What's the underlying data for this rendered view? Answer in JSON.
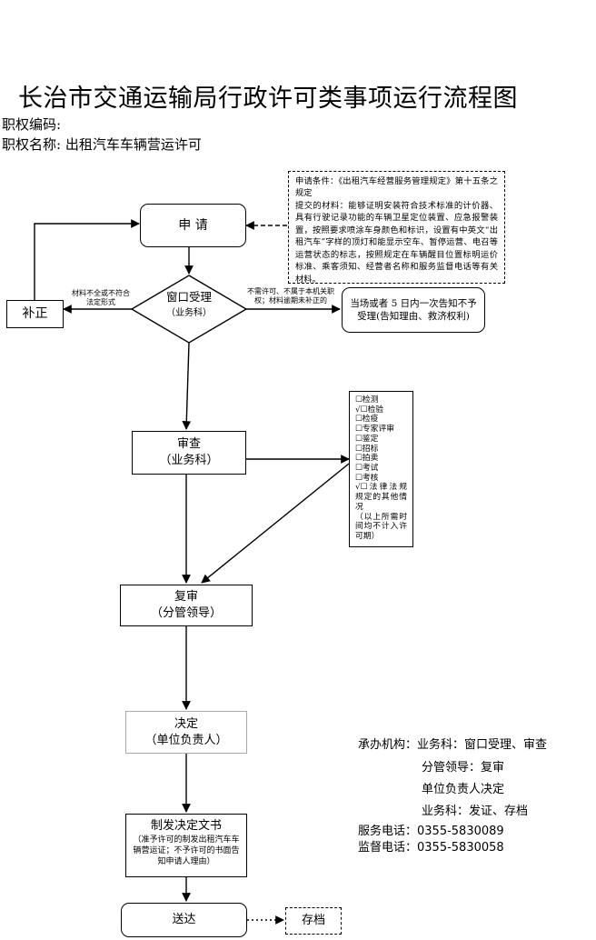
{
  "title": "长治市交通运输局行政许可类事项运行流程图",
  "code_label": "职权编码:",
  "name_label": "职权名称: 出租汽车车辆营运许可",
  "nodes": {
    "apply": "申 请",
    "window_title": "窗口受理",
    "window_sub": "（业务科）",
    "correction": "补正",
    "notify": "当场或者 5 日内一次告知不予受理(告知理由、救济权利)",
    "review_title": "审查",
    "review_sub": "（业务科）",
    "recheck_title": "复审",
    "recheck_sub": "（分管领导）",
    "decide_title": "决定",
    "decide_sub": "（单位负责人）",
    "issue_title": "制发决定文书",
    "issue_sub": "（准予许可的制发出租汽车车辆营运证；不予许可的书面告知申请人理由）",
    "deliver": "送达",
    "archive": "存档"
  },
  "edge_labels": {
    "left": "材料不全或不符合法定形式",
    "right": "不需许可、不属于本机关职权；材料逾期未补正的"
  },
  "conditions": "申请条件：《出租汽车经营服务管理规定》第十五条之规定\n提交的材料：能够证明安装符合技术标准的计价器、具有行驶记录功能的车辆卫星定位装置、应急报警装置，按照要求喷涂车身颜色和标识，设置有中英文“出租汽车”字样的顶灯和能显示空车、暂停运营、电召等运营状态的标志，按照规定在车辆醒目位置标明运价标准、乘客须知、经营者名称和服务监督电话等有关材料。",
  "checklist": [
    "☐检测",
    "√☐检验",
    "☐检疫",
    "☐专家评审",
    "☐鉴定",
    "☐招标",
    "☐拍卖",
    "☐考试",
    "☐考核",
    "√☐法律法规规定的其他情况",
    "（以上所需时间均不计入许可期）"
  ],
  "info": {
    "org_label": "承办机构：",
    "org_line1": "业务科：窗口受理、审查",
    "org_line2": "分管领导：复审",
    "org_line3": "单位负责人决定",
    "org_line4": "业务科：发证、存档",
    "service_phone": "服务电话：0355-5830089",
    "supervise_phone": "监督电话：0355-5830058"
  }
}
